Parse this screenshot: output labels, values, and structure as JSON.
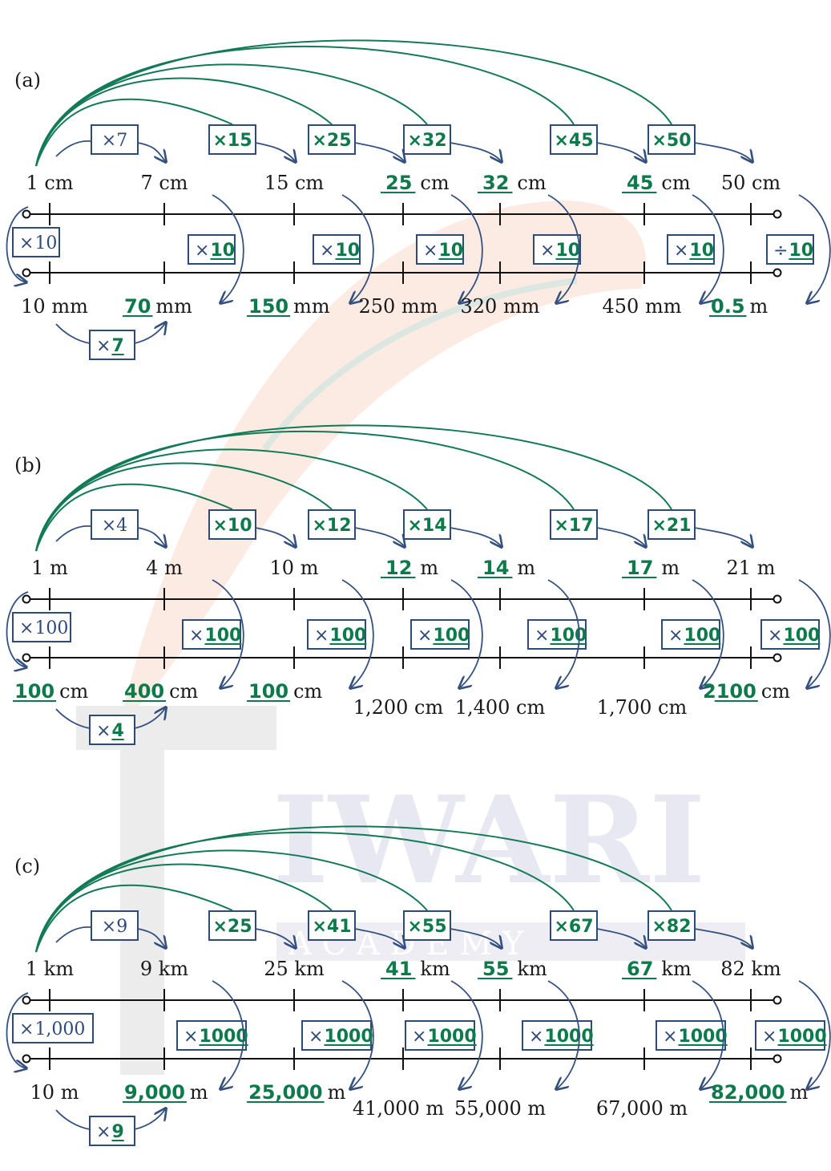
{
  "watermark": {
    "brand": "IWARI",
    "sub": "A C A D E M Y"
  },
  "colors": {
    "answer": "#0d7a4c",
    "box": "#2e4a78",
    "arc_green": "#127a55",
    "arc_navy": "#34507e"
  },
  "sections": [
    {
      "label": "(a)",
      "top_units": [
        {
          "prefix": "",
          "value": "1",
          "unit": "cm"
        },
        {
          "prefix": "",
          "value": "7",
          "unit": "cm"
        },
        {
          "prefix": "",
          "value": "15",
          "unit": "cm"
        },
        {
          "answer": "25",
          "unit": "cm"
        },
        {
          "answer": "32",
          "unit": "cm"
        },
        {
          "answer": "45",
          "unit": "cm"
        },
        {
          "prefix": "",
          "value": "50",
          "unit": "cm"
        }
      ],
      "top_mults": [
        "×7",
        "×15",
        "×25",
        "×32",
        "×45",
        "×50"
      ],
      "top_mults_answer": [
        false,
        true,
        true,
        true,
        true,
        true
      ],
      "mid_boxes": [
        {
          "sign": "×",
          "value": "10",
          "answer": false
        },
        {
          "sign": "×",
          "value": "10",
          "answer": true
        },
        {
          "sign": "×",
          "value": "10",
          "answer": true
        },
        {
          "sign": "×",
          "value": "10",
          "answer": true
        },
        {
          "sign": "×",
          "value": "10",
          "answer": true
        },
        {
          "sign": "×",
          "value": "10",
          "answer": true
        },
        {
          "sign": "÷",
          "value": "10",
          "answer": true
        }
      ],
      "bottom_units": [
        {
          "value": "10 mm"
        },
        {
          "answer": "70",
          "unit": "mm"
        },
        {
          "answer": "150",
          "unit": "mm"
        },
        {
          "value": "250 mm"
        },
        {
          "value": "320 mm"
        },
        {
          "value": "450 mm"
        },
        {
          "answer": "0.5",
          "unit": "m"
        }
      ],
      "bottom_mult": {
        "sign": "×",
        "value": "7"
      }
    },
    {
      "label": "(b)",
      "top_units": [
        {
          "value": "1",
          "unit": "m"
        },
        {
          "value": "4",
          "unit": "m"
        },
        {
          "value": "10",
          "unit": "m"
        },
        {
          "answer": "12",
          "unit": "m"
        },
        {
          "answer": "14",
          "unit": "m"
        },
        {
          "answer": "17",
          "unit": "m"
        },
        {
          "value": "21",
          "unit": "m"
        }
      ],
      "top_mults": [
        "×4",
        "×10",
        "×12",
        "×14",
        "×17",
        "×21"
      ],
      "top_mults_answer": [
        false,
        true,
        true,
        true,
        true,
        true
      ],
      "mid_boxes": [
        {
          "sign": "×",
          "value": "100",
          "answer": false
        },
        {
          "sign": "×",
          "value": "100",
          "answer": true
        },
        {
          "sign": "×",
          "value": "100",
          "answer": true
        },
        {
          "sign": "×",
          "value": "100",
          "answer": true
        },
        {
          "sign": "×",
          "value": "100",
          "answer": true
        },
        {
          "sign": "×",
          "value": "100",
          "answer": true
        },
        {
          "sign": "×",
          "value": "100",
          "answer": true
        }
      ],
      "bottom_units": [
        {
          "answer": "100",
          "unit": "cm"
        },
        {
          "answer": "400",
          "unit": "cm"
        },
        {
          "answer": "100",
          "unit": "cm"
        },
        {
          "value": "1,200 cm"
        },
        {
          "value": "1,400 cm"
        },
        {
          "value": "1,700 cm"
        },
        {
          "answer_prefix": "2",
          "answer": "100",
          "unit": "cm"
        }
      ],
      "bottom_mult": {
        "sign": "×",
        "value": "4"
      }
    },
    {
      "label": "(c)",
      "top_units": [
        {
          "value": "1",
          "unit": "km"
        },
        {
          "value": "9",
          "unit": "km"
        },
        {
          "value": "25",
          "unit": "km"
        },
        {
          "answer": "41",
          "unit": "km"
        },
        {
          "answer": "55",
          "unit": "km"
        },
        {
          "answer": "67",
          "unit": "km"
        },
        {
          "value": "82",
          "unit": "km"
        }
      ],
      "top_mults": [
        "×9",
        "×25",
        "×41",
        "×55",
        "×67",
        "×82"
      ],
      "top_mults_answer": [
        false,
        true,
        true,
        true,
        true,
        true
      ],
      "mid_boxes": [
        {
          "sign": "×",
          "value": "1,000",
          "answer": false
        },
        {
          "sign": "×",
          "value": "1000",
          "answer": true,
          "underline": true
        },
        {
          "sign": "×",
          "value": "1000",
          "answer": true
        },
        {
          "sign": "×",
          "value": "1000",
          "answer": true
        },
        {
          "sign": "×",
          "value": "1000",
          "answer": true
        },
        {
          "sign": "×",
          "value": "1000",
          "answer": true
        },
        {
          "sign": "×",
          "value": "1000",
          "answer": true
        }
      ],
      "bottom_units": [
        {
          "value": "10 m"
        },
        {
          "answer": "9,000",
          "unit": "m"
        },
        {
          "answer": "25,000",
          "unit": "m"
        },
        {
          "value": "41,000 m"
        },
        {
          "value": "55,000 m"
        },
        {
          "value": "67,000 m"
        },
        {
          "answer": "82,000",
          "unit": "m"
        }
      ],
      "bottom_mult": {
        "sign": "×",
        "value": "9"
      }
    }
  ]
}
